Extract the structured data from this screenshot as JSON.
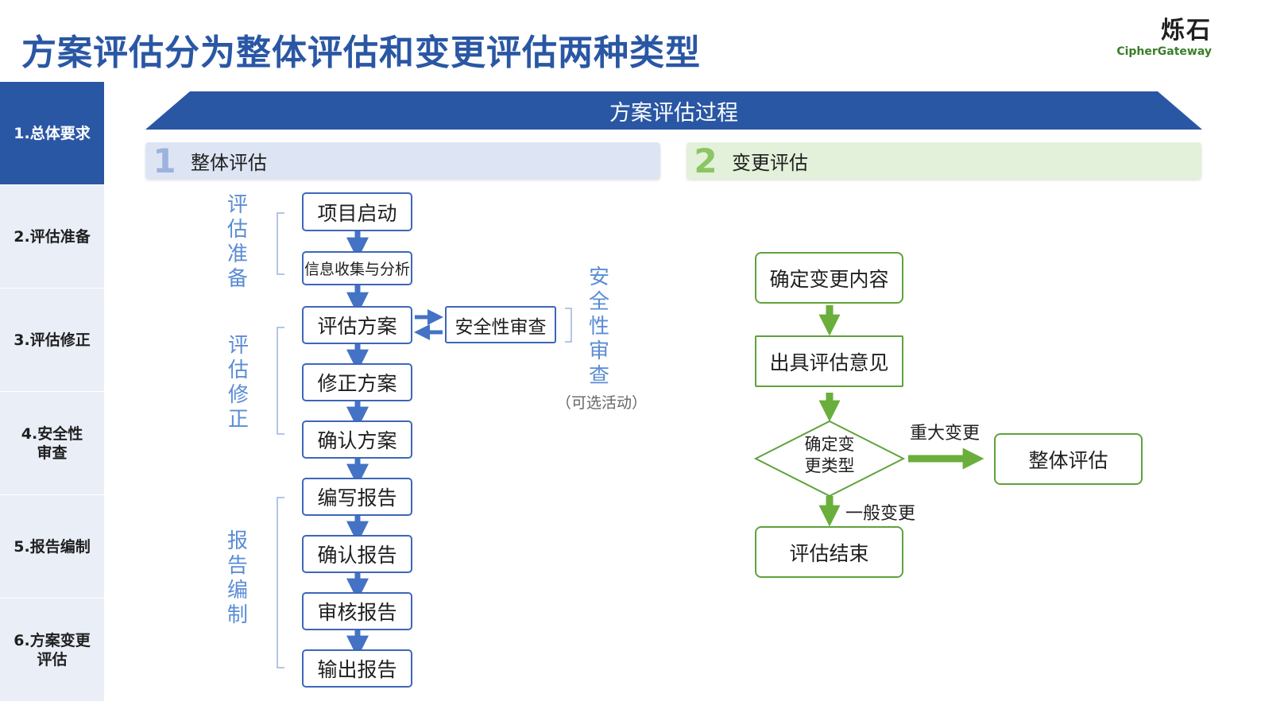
{
  "title": "方案评估分为整体评估和变更评估两种类型",
  "logo": {
    "mark": "烁石",
    "subtitle": "CipherGateway"
  },
  "sidebar": {
    "items": [
      {
        "label": "1.总体要求",
        "active": true
      },
      {
        "label": "2.评估准备",
        "active": false
      },
      {
        "label": "3.评估修正",
        "active": false
      },
      {
        "label": "4.安全性\n审查",
        "active": false
      },
      {
        "label": "5.报告编制",
        "active": false
      },
      {
        "label": "6.方案变更\n评估",
        "active": false
      }
    ]
  },
  "banner": "方案评估过程",
  "overall": {
    "number": "1",
    "label": "整体评估",
    "phases": {
      "prep": "评估准备",
      "revise": "评估修正",
      "report": "报告编制"
    },
    "steps": [
      "项目启动",
      "信息收集与分析",
      "评估方案",
      "修正方案",
      "确认方案",
      "编写报告",
      "确认报告",
      "审核报告",
      "输出报告"
    ],
    "security_review": {
      "box": "安全性审查",
      "label": "安全性审查",
      "note": "（可选活动）"
    }
  },
  "change": {
    "number": "2",
    "label": "变更评估",
    "steps": {
      "determine": "确定变更内容",
      "opinion": "出具评估意见",
      "decision": "确定变\n更类型",
      "end": "评估结束",
      "overall": "整体评估"
    },
    "edges": {
      "major": "重大变更",
      "general": "一般变更"
    }
  },
  "colors": {
    "primary": "#2A57A4",
    "box_border": "#3D67B8",
    "green": "#5FA23C",
    "green_arrow": "#6AAE3C",
    "phase_text": "#5B8CD5"
  }
}
